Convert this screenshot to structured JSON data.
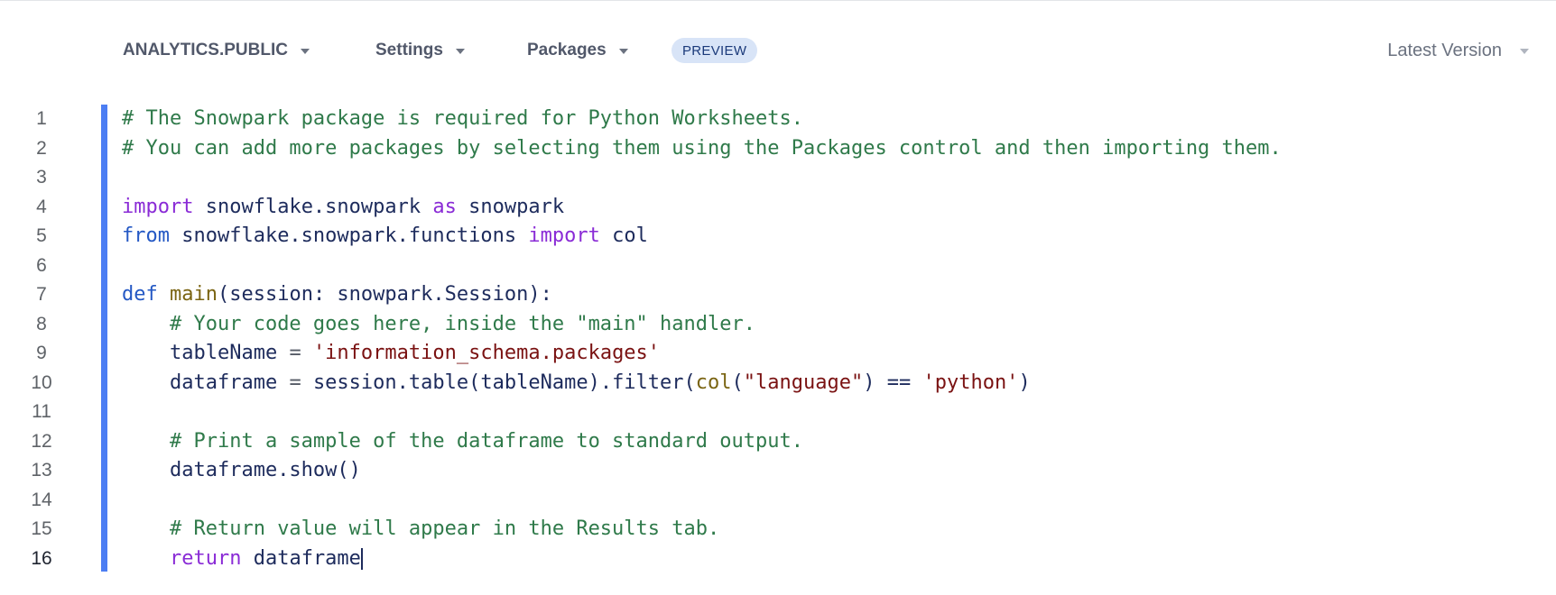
{
  "toolbar": {
    "database_schema": "ANALYTICS.PUBLIC",
    "settings_label": "Settings",
    "packages_label": "Packages",
    "preview_badge": "PREVIEW",
    "version_label": "Latest Version"
  },
  "editor": {
    "active_line": 16,
    "line_numbers": [
      "1",
      "2",
      "3",
      "4",
      "5",
      "6",
      "7",
      "8",
      "9",
      "10",
      "11",
      "12",
      "13",
      "14",
      "15",
      "16"
    ],
    "lines": [
      "# The Snowpark package is required for Python Worksheets.",
      "# You can add more packages by selecting them using the Packages control and then importing them.",
      "",
      "import snowflake.snowpark as snowpark",
      "from snowflake.snowpark.functions import col",
      "",
      "def main(session: snowpark.Session):",
      "    # Your code goes here, inside the \"main\" handler.",
      "    tableName = 'information_schema.packages'",
      "    dataframe = session.table(tableName).filter(col(\"language\") == 'python')",
      "",
      "    # Print a sample of the dataframe to standard output.",
      "    dataframe.show()",
      "",
      "    # Return value will appear in the Results tab.",
      "    return dataframe"
    ],
    "tokens": {
      "l1": "# The Snowpark package is required for Python Worksheets.",
      "l2": "# You can add more packages by selecting them using the Packages control and then importing them.",
      "l4_import": "import",
      "l4_mod": " snowflake.snowpark ",
      "l4_as": "as",
      "l4_alias": " snowpark",
      "l5_from": "from",
      "l5_mod": " snowflake.snowpark.functions ",
      "l5_import": "import",
      "l5_name": " col",
      "l7_def": "def",
      "l7_sp": " ",
      "l7_fn": "main",
      "l7_rest": "(session: snowpark.Session):",
      "l8": "# Your code goes here, inside the \"main\" handler.",
      "l9_var": "tableName ",
      "l9_eq": "= ",
      "l9_str": "'information_schema.packages'",
      "l10_a": "dataframe ",
      "l10_eq": "= ",
      "l10_b": "session.table(tableName).filter(",
      "l10_fn": "col",
      "l10_p": "(",
      "l10_s1": "\"language\"",
      "l10_c": ") == ",
      "l10_s2": "'python'",
      "l10_d": ")",
      "l12": "# Print a sample of the dataframe to standard output.",
      "l13": "dataframe.show()",
      "l15": "# Return value will appear in the Results tab.",
      "l16_ret": "return",
      "l16_val": " dataframe"
    }
  },
  "colors": {
    "active_bar": "#4c7ef3",
    "comment": "#2f7a4a",
    "keyword_purple": "#8a2bd6",
    "keyword_blue": "#2458c4",
    "string": "#7a1212",
    "identifier": "#1d2b5c",
    "badge_bg": "#d8e4f7"
  }
}
